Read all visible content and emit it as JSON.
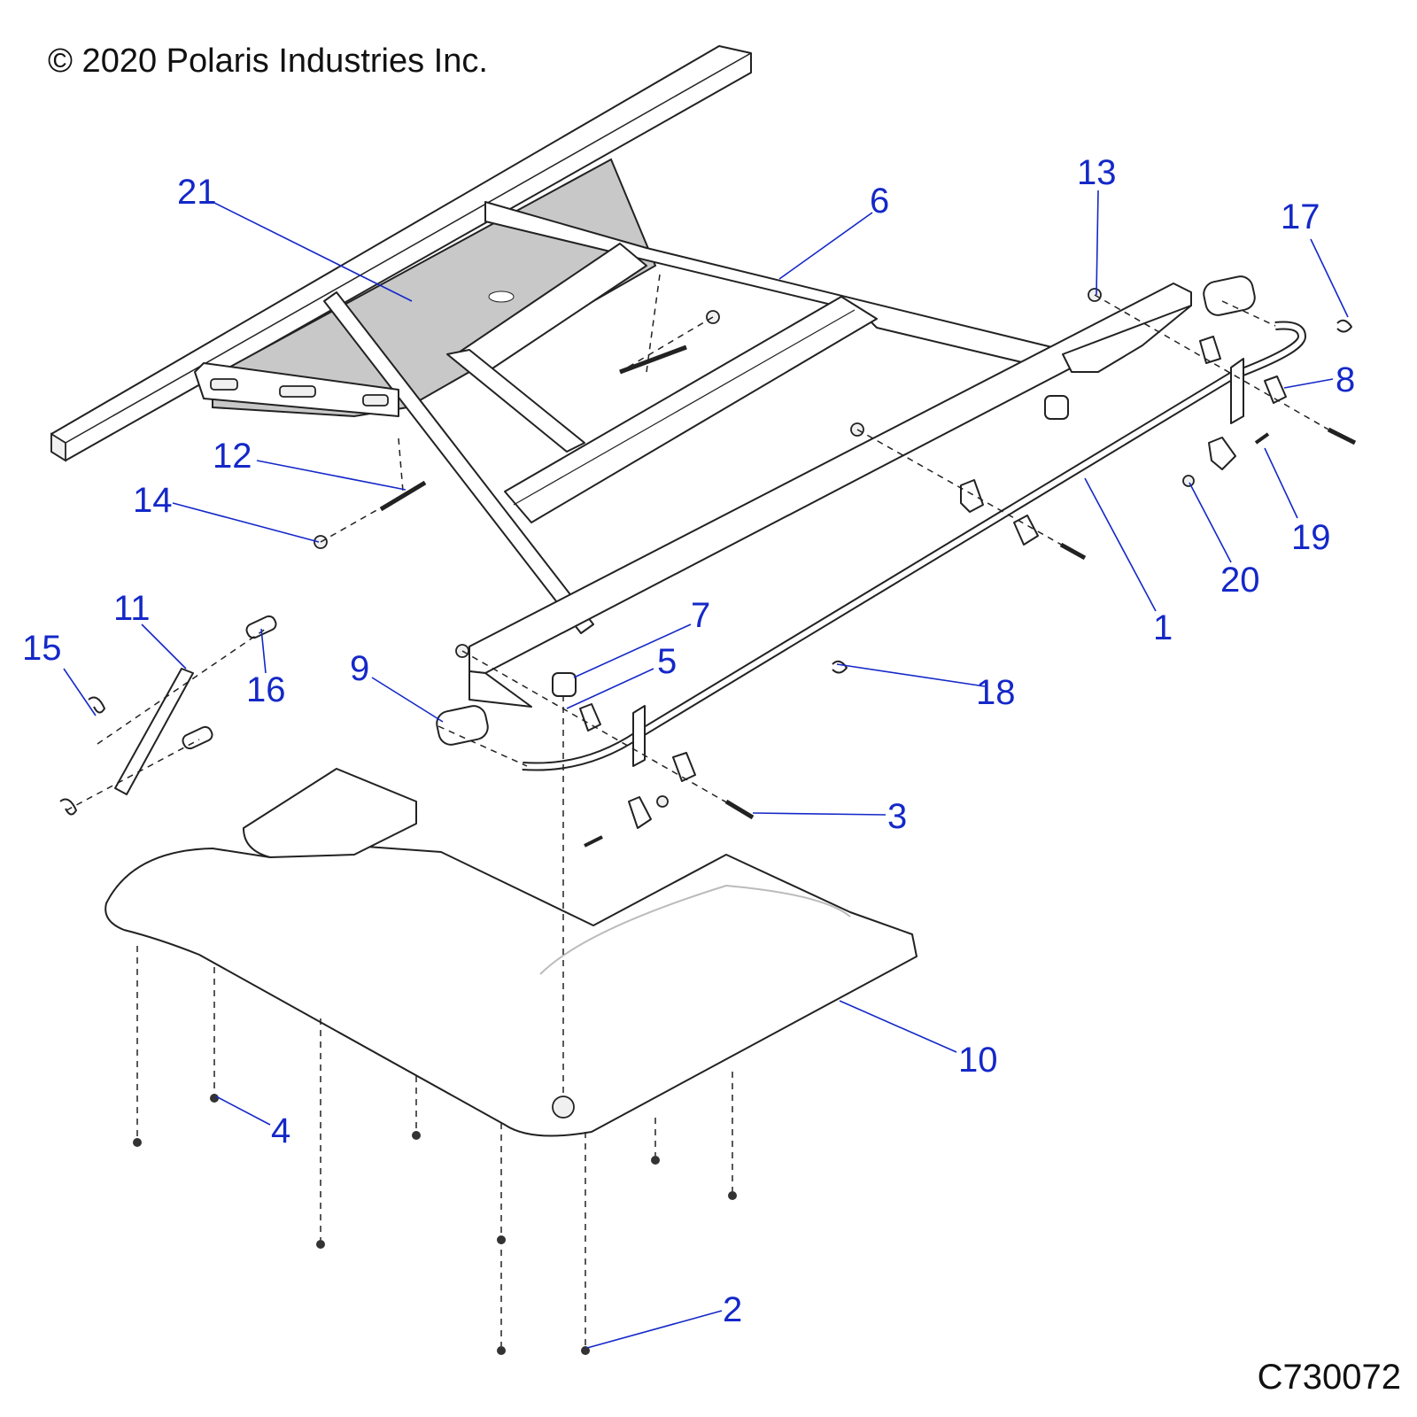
{
  "header": {
    "copyright": "© 2020 Polaris Industries Inc."
  },
  "footer": {
    "figure_id": "C730072"
  },
  "callouts": [
    {
      "id": "c1",
      "label": "1"
    },
    {
      "id": "c2",
      "label": "2"
    },
    {
      "id": "c3",
      "label": "3"
    },
    {
      "id": "c4",
      "label": "4"
    },
    {
      "id": "c5",
      "label": "5"
    },
    {
      "id": "c6",
      "label": "6"
    },
    {
      "id": "c7",
      "label": "7"
    },
    {
      "id": "c8",
      "label": "8"
    },
    {
      "id": "c9",
      "label": "9"
    },
    {
      "id": "c10",
      "label": "10"
    },
    {
      "id": "c11",
      "label": "11"
    },
    {
      "id": "c12",
      "label": "12"
    },
    {
      "id": "c13",
      "label": "13"
    },
    {
      "id": "c14",
      "label": "14"
    },
    {
      "id": "c15",
      "label": "15"
    },
    {
      "id": "c16",
      "label": "16"
    },
    {
      "id": "c17",
      "label": "17"
    },
    {
      "id": "c18",
      "label": "18"
    },
    {
      "id": "c19",
      "label": "19"
    },
    {
      "id": "c20",
      "label": "20"
    },
    {
      "id": "c21",
      "label": "21"
    }
  ],
  "colors": {
    "callout": "#1428c8",
    "line": "#222222",
    "shade": "#c8c8c8"
  }
}
